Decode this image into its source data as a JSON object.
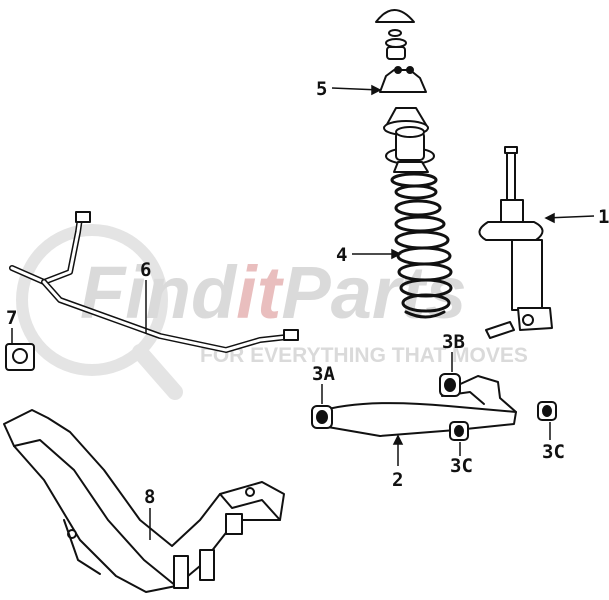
{
  "watermark": {
    "brand_prefix": "Find",
    "brand_highlight": "it",
    "brand_suffix": "Parts",
    "tagline": "FOR EVERYTHING THAT MOVES",
    "color": "#d7d7d7",
    "highlight_color": "#e7b8b8"
  },
  "callouts": {
    "strut": "1",
    "control_arm": "2",
    "bushing_a": "3A",
    "bushing_b": "3B",
    "bushing_c_lower": "3C",
    "bushing_c_right": "3C",
    "coil_spring": "4",
    "upper_mount": "5",
    "stabilizer_bar": "6",
    "stabilizer_bushing": "7",
    "crossmember": "8"
  }
}
